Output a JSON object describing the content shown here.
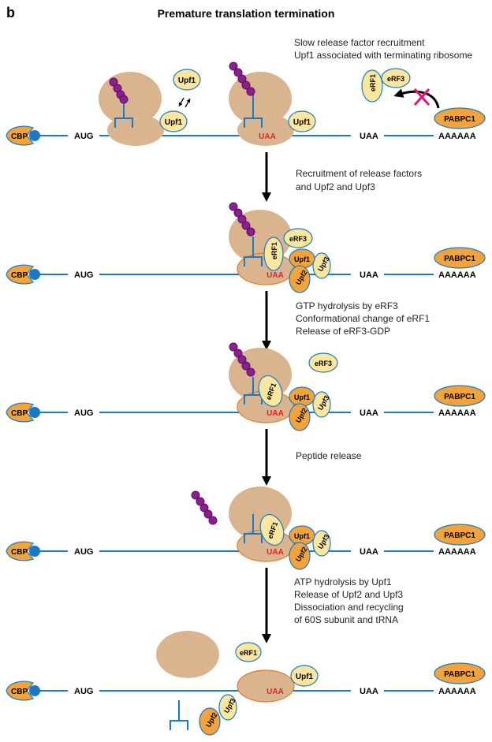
{
  "panel_label": "b",
  "title": "Premature translation termination",
  "captions": {
    "c1a": "Slow release factor recruitment",
    "c1b": "Upf1 associated with terminating ribosome",
    "c2a": "Recruitment of release factors",
    "c2b": "and Upf2 and Upf3",
    "c3a": "GTP hydrolysis by eRF3",
    "c3b": "Conformational change of eRF1",
    "c3c": "Release of eRF3-GDP",
    "c4a": "Peptide release",
    "c5a": "ATP hydrolysis by Upf1",
    "c5b": "Release of Upf2 and Upf3",
    "c5c": "Dissociation and recycling",
    "c5d": "of 60S subunit and tRNA"
  },
  "labels": {
    "cbp": "CBP",
    "aug": "AUG",
    "uaa": "UAA",
    "polya": "AAAAAA",
    "pabpc1": "PABPC1",
    "upf1": "Upf1",
    "upf2": "Upf2",
    "upf3": "Upf3",
    "erf1": "eRF1",
    "erf3": "eRF3"
  },
  "colors": {
    "mrna": "#1a7bc4",
    "ribosome": "#d9b48f",
    "orange_protein": "#f2a33c",
    "yellow_protein": "#fbe6a0",
    "peptide": "#8b1f8f",
    "stop_codon": "#e8202a",
    "block_mark": "#e0157f"
  }
}
